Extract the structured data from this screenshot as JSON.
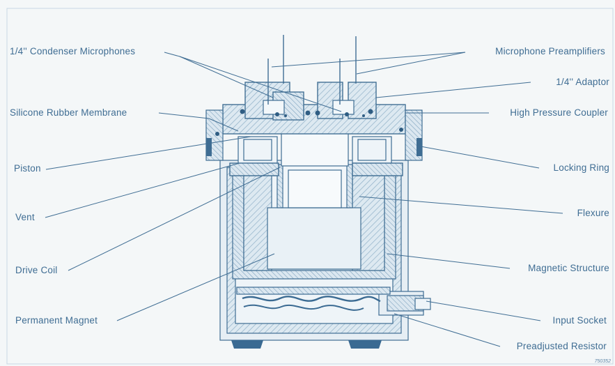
{
  "labels": {
    "condenser_mics": "1/4'' Condenser Microphones",
    "silicone_membrane": "Silicone Rubber Membrane",
    "piston": "Piston",
    "vent": "Vent",
    "drive_coil": "Drive Coil",
    "permanent_magnet": "Permanent Magnet",
    "mic_preamps": "Microphone Preamplifiers",
    "adaptor": "1/4'' Adaptor",
    "high_pressure_coupler": "High Pressure Coupler",
    "locking_ring": "Locking Ring",
    "flexure": "Flexure",
    "magnetic_structure": "Magnetic Structure",
    "input_socket": "Input Socket",
    "preadjusted_resistor": "Preadjusted Resistor"
  },
  "figure_code": "750352",
  "colors": {
    "line": "#3f6d93",
    "hatch": "#9ab5cb",
    "fill": "#d4e3ee",
    "background": "#f4f7f8"
  }
}
